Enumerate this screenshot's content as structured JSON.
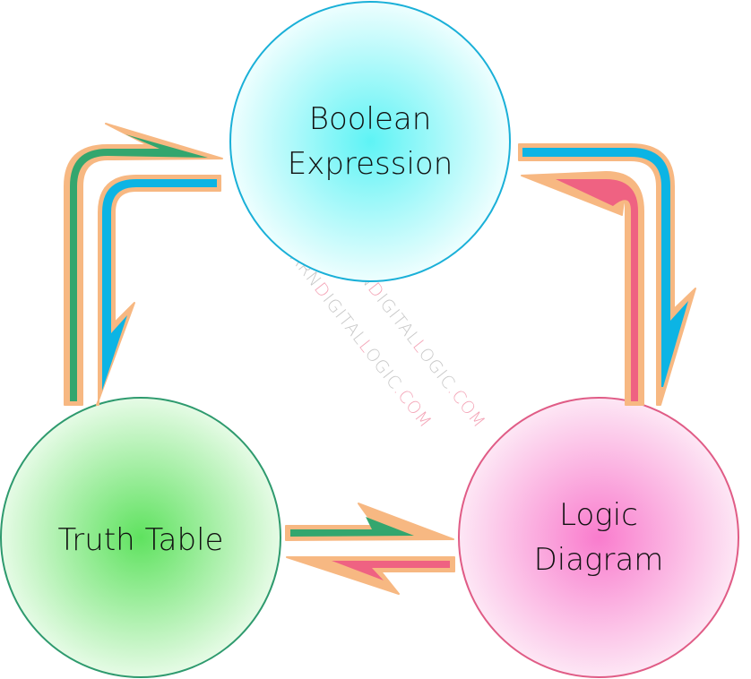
{
  "nodes": {
    "boolean_expression": {
      "line1": "Boolean",
      "line2": "Expression",
      "fill_center": "#5ef3f5",
      "fill_edge": "#eefefe",
      "stroke": "#1ab0d8"
    },
    "truth_table": {
      "line1": "Truth Table",
      "fill_center": "#5fe25f",
      "fill_edge": "#e6fbe6",
      "stroke": "#2e9a6e"
    },
    "logic_diagram": {
      "line1": "Logic",
      "line2": "Diagram",
      "fill_center": "#f97ccd",
      "fill_edge": "#fde7f5",
      "stroke": "#e05c86"
    }
  },
  "arrows": {
    "outline_color": "#f7b882",
    "green": "#33a66e",
    "blue": "#0cb4e4",
    "pink": "#ef6282"
  },
  "watermark": {
    "text_parts": [
      {
        "text": "L",
        "color": "#f4a6b8"
      },
      {
        "text": "EARN",
        "color": "#c8c8c8"
      },
      {
        "text": "D",
        "color": "#f4a6b8"
      },
      {
        "text": "IGITA",
        "color": "#c8c8c8"
      },
      {
        "text": "L",
        "color": "#c8c8c8"
      },
      {
        "text": "L",
        "color": "#f4a6b8"
      },
      {
        "text": "OGIC",
        "color": "#c8c8c8"
      },
      {
        "text": ".COM",
        "color": "#f4a6b8"
      }
    ]
  }
}
